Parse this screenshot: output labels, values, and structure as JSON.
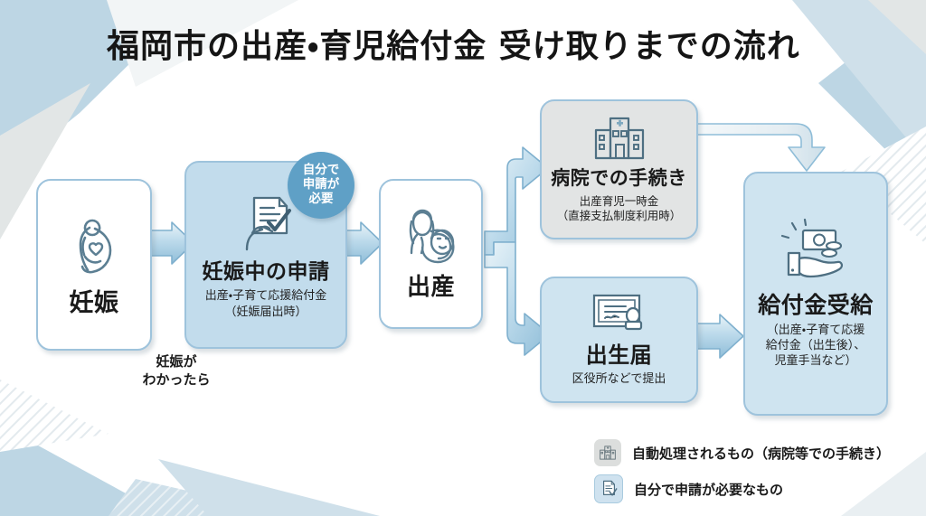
{
  "header": {
    "title": "福岡市の出産・育児給付金 受け取りまでの流れ"
  },
  "nodes": {
    "pregnancy": {
      "title": "妊娠",
      "icon": "pregnant-woman-icon"
    },
    "pregnancy_application": {
      "title": "妊娠中の申請",
      "sub_line1": "出産・子育て応援給付金",
      "sub_line2": "（妊娠届出時）",
      "icon": "document-check-hand-icon",
      "badge_line1": "自分で",
      "badge_line2": "申請が",
      "badge_line3": "必要"
    },
    "birth": {
      "title": "出産",
      "icon": "mother-baby-icon"
    },
    "hospital": {
      "title": "病院での手続き",
      "sub_line1": "出産育児一時金",
      "sub_line2": "（直接支払制度利用時）",
      "icon": "hospital-icon"
    },
    "birth_registration": {
      "title": "出生届",
      "sub_line1": "区役所などで提出",
      "icon": "certificate-stamp-icon"
    },
    "benefit": {
      "title": "給付金受給",
      "sub_line1": "（出産・子育て応援",
      "sub_line2": "給付金（出生後）、",
      "sub_line3": "児童手当など）",
      "icon": "hand-money-icon"
    }
  },
  "captions": {
    "pregnancy_known_line1": "妊娠が",
    "pregnancy_known_line2": "わかったら"
  },
  "legend": {
    "items": [
      {
        "label": "自動処理されるもの（病院等での手続き）",
        "icon": "hospital-icon",
        "swatch": "#dcdedd"
      },
      {
        "label": "自分で申請が必要なもの",
        "icon": "document-check-icon",
        "swatch": "#cfe2ef"
      }
    ]
  },
  "colors": {
    "accent_blue": "#5fa0c6",
    "box_border": "#9ec3dc",
    "box_blue_fill": "#c2dcec",
    "box_gray_fill": "#e2e4e4",
    "arrow_blue": "#a8cfe4",
    "bg_blue": "#bdd6e4",
    "bg_gray": "#e2e6e6",
    "text_dark": "#151515"
  }
}
